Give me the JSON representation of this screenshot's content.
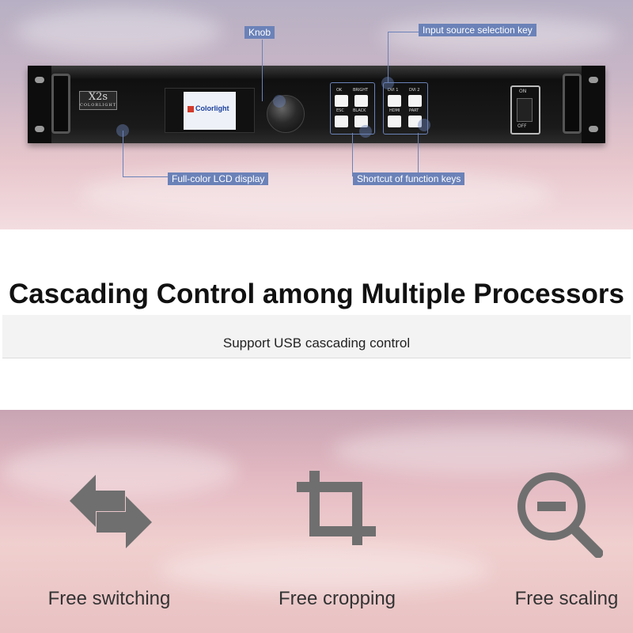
{
  "device": {
    "model": "X2s",
    "brand_small": "COLORLIGHT",
    "lcd_logo": "Colorlight",
    "keys": [
      "OK",
      "BRIGHT",
      "ESC",
      "BLACK",
      "DVI 1",
      "DVI 2",
      "HDMI",
      "PART"
    ],
    "switch_on": "ON",
    "switch_off": "OFF"
  },
  "callouts": {
    "knob": "Knob",
    "input_source": "Input source selection key",
    "lcd": "Full-color LCD display",
    "shortcut": "Shortcut of function keys"
  },
  "heading": {
    "title": "Cascading Control among Multiple Processors",
    "subtitle": "Support USB cascading control"
  },
  "features": [
    {
      "label": "Free switching",
      "icon": "switch-arrows-icon"
    },
    {
      "label": "Free cropping",
      "icon": "crop-icon"
    },
    {
      "label": "Free scaling",
      "icon": "zoom-out-icon"
    }
  ],
  "colors": {
    "callout": "#6b82b8",
    "icon": "#6f6f6f"
  }
}
